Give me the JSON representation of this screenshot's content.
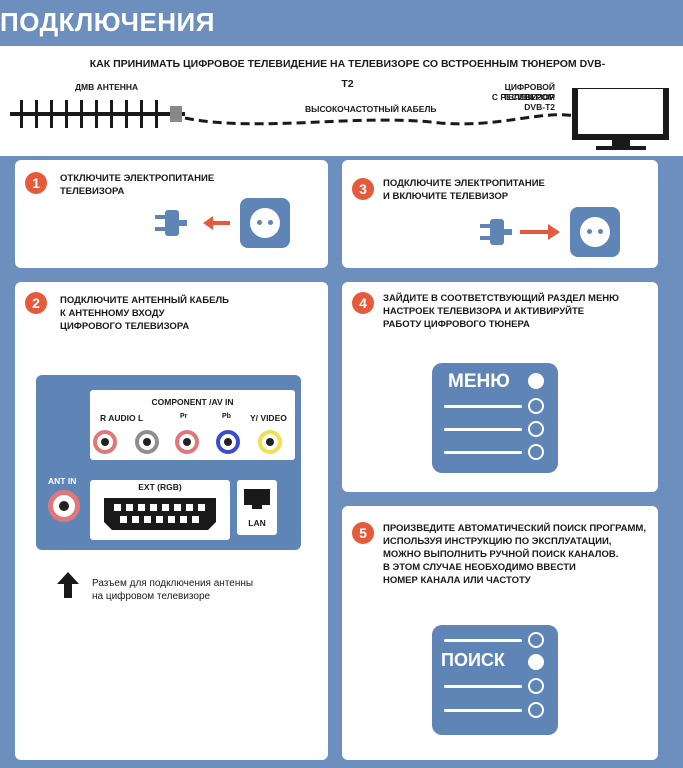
{
  "title": "ПОДКЛЮЧЕНИЯ",
  "subtitle": "КАК ПРИНИМАТЬ ЦИФРОВОЕ ТЕЛЕВИДЕНИЕ НА ТЕЛЕВИЗОРЕ СО ВСТРОЕННЫМ ТЮНЕРОМ DVB-T2",
  "antenna_label": "ДМВ АНТЕННА",
  "cable_label": "ВЫСОКОЧАСТОТНЫЙ КАБЕЛЬ",
  "tv_label_1": "ЦИФРОВОЙ ТЕЛЕВИЗОР",
  "tv_label_2": "С РЕСИВЕРОМ DVB-T2",
  "steps": [
    {
      "num": "1",
      "line1": "ОТКЛЮЧИТЕ ЭЛЕКТРОПИТАНИЕ",
      "line2": "ТЕЛЕВИЗОРА"
    },
    {
      "num": "2",
      "line1": "ПОДКЛЮЧИТЕ АНТЕННЫЙ КАБЕЛЬ",
      "line2": "К АНТЕННОМУ ВХОДУ",
      "line3": "ЦИФРОВОГО ТЕЛЕВИЗОРА"
    },
    {
      "num": "3",
      "line1": "ПОДКЛЮЧИТЕ ЭЛЕКТРОПИТАНИЕ",
      "line2": "И ВКЛЮЧИТЕ ТЕЛЕВИЗОР"
    },
    {
      "num": "4",
      "line1": "ЗАЙДИТЕ В СООТВЕТСТВУЮЩИЙ РАЗДЕЛ МЕНЮ",
      "line2": "НАСТРОЕК ТЕЛЕВИЗОРА И АКТИВИРУЙТЕ",
      "line3": "РАБОТУ ЦИФРОВОГО ТЮНЕРА"
    },
    {
      "num": "5",
      "line1": "ПРОИЗВЕДИТЕ АВТОМАТИЧЕСКИЙ ПОИСК ПРОГРАММ,",
      "line2": "ИСПОЛЬЗУЯ ИНСТРУКЦИЮ ПО ЭКСПЛУАТАЦИИ,",
      "line3": "МОЖНО ВЫПОЛНИТЬ РУЧНОЙ ПОИСК КАНАЛОВ.",
      "line4": "В ЭТОМ СЛУЧАЕ НЕОБХОДИМО ВВЕСТИ",
      "line5": "НОМЕР КАНАЛА ИЛИ ЧАСТОТУ"
    }
  ],
  "menu_word": "МЕНЮ",
  "search_word": "ПОИСК",
  "panel": {
    "component": "COMPONENT /AV IN",
    "audio_r": "R",
    "audio_label": "AUDIO",
    "audio_l": "L",
    "pr": "Pr",
    "pb": "Pb",
    "y": "Y",
    "video_label": "/ VIDEO",
    "ant_in": "ANT IN",
    "ext": "EXT (RGB)",
    "lan": "LAN"
  },
  "note_1": "Разъем для подключения антенны",
  "note_2": "на цифровом телевизоре",
  "colors": {
    "background": "#6c8fbd",
    "accent_blue": "#5f84b6",
    "accent_red": "#e55a3b"
  }
}
